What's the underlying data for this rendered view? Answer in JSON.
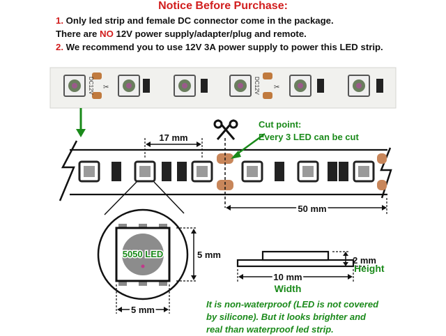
{
  "header": {
    "title": "Notice Before Purchase:"
  },
  "notes": {
    "n1_num": "1.",
    "n1_text": "Only led strip and female DC connector come in the package.",
    "n2_pre": "There are ",
    "n2_no": "NO",
    "n2_post": " 12V power supply/adapter/plug and remote.",
    "n3_num": "2.",
    "n3_text": "We recommend you to use 12V 3A power supply to power this LED strip."
  },
  "photo": {
    "label": "DC12V"
  },
  "diagram": {
    "cut_title": "Cut point:",
    "cut_desc": "Every 3 LED can be cut",
    "spacing": "17 mm",
    "segment": "50 mm",
    "led_name": "5050 LED",
    "led_h": "5 mm",
    "led_w": "5 mm",
    "strip_w": "10 mm",
    "width_label": "Width",
    "strip_h": "2 mm",
    "height_label": "Height"
  },
  "silicone_note": {
    "line1": "It is non-waterproof (LED is not covered",
    "line2": "by silicone). But it looks brighter and",
    "line3": "real than waterproof led strip."
  }
}
